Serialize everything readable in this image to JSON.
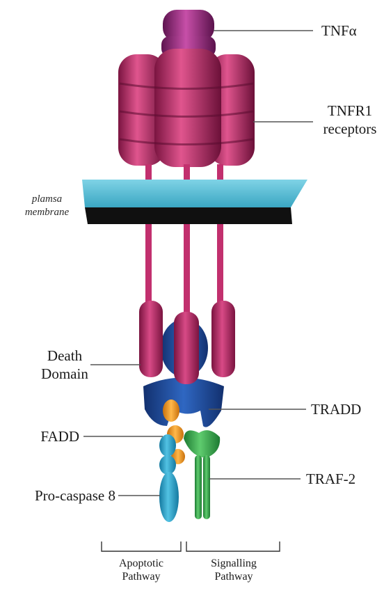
{
  "labels": {
    "tnf_alpha": "TNFα",
    "tnfr1_line1": "TNFR1",
    "tnfr1_line2": "receptors",
    "membrane_line1": "plamsa",
    "membrane_line2": "membrane",
    "death_line1": "Death",
    "death_line2": "Domain",
    "tradd": "TRADD",
    "fadd": "FADD",
    "procaspase": "Pro-caspase 8",
    "traf2": "TRAF-2",
    "apoptotic_line1": "Apoptotic",
    "apoptotic_line2": "Pathway",
    "signalling_line1": "Signalling",
    "signalling_line2": "Pathway"
  },
  "colors": {
    "tnf": "#9c2a86",
    "receptor": "#c2306e",
    "membrane_top": "#4fb7cf",
    "membrane_bottom": "#111111",
    "death_domain_blue": "#1f4fa0",
    "fadd_orange": "#f29a22",
    "procaspase_cyan": "#2aa3c9",
    "traf2_green": "#34a84a",
    "leader_line": "#555555"
  }
}
